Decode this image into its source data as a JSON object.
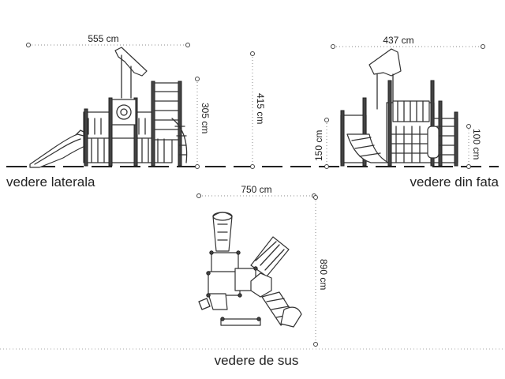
{
  "views": {
    "side": {
      "label": "vedere laterala"
    },
    "front": {
      "label": "vedere din fata"
    },
    "top": {
      "label": "vedere de sus"
    }
  },
  "dimensions": {
    "side_width": "555 cm",
    "side_height": "305 cm",
    "total_height": "415 cm",
    "front_width": "437 cm",
    "front_left_height": "150 cm",
    "front_right_height": "100 cm",
    "top_width": "750 cm",
    "top_depth": "890 cm"
  }
}
